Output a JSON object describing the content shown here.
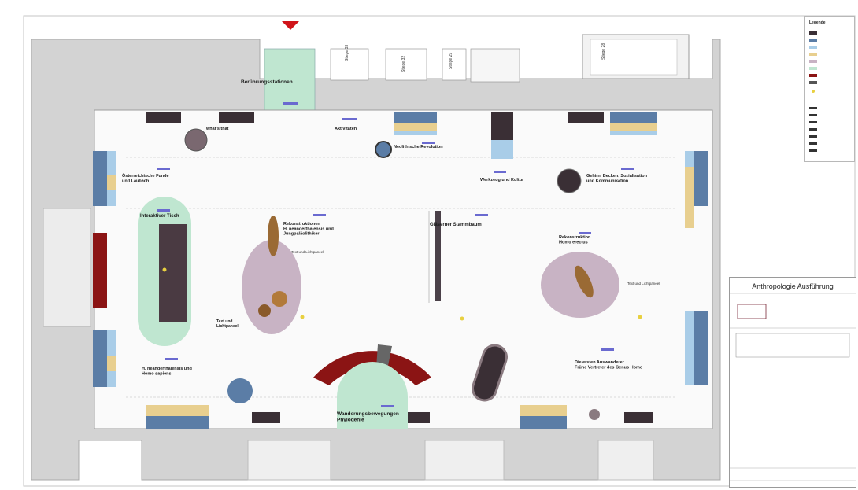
{
  "colors": {
    "wall": "#cfcfcf",
    "floor": "#fafafa",
    "green_zone": "#bfe6d0",
    "mauve_zone": "#c8b3c4",
    "dark_red": "#8b1414",
    "steel_blue": "#5b7da6",
    "light_blue": "#a9cde8",
    "tan": "#e8cf8f",
    "dark_grey": "#3a2f35",
    "arrow_red": "#d0141a"
  },
  "rooms": {
    "stair_1": "Stiege 33",
    "stair_2": "Stiege 32",
    "stair_3": "Stiege 29",
    "stair_4": "Stiege 28"
  },
  "labels": {
    "entrance": "Berührungsstationen",
    "whats_that": "what's that",
    "activities": "Aktivitäten",
    "neolithic": "Neolithische Revolution",
    "austrian_finds": "Österreichische Funde\nund Laubach",
    "tools": "Werkzeug und Kultur",
    "brain": "Gehirn, Becken, Sozialisation\nund Kommunikation",
    "interactive_table": "Interaktiver Tisch",
    "reconstructions": "Rekonstruktionen\nH. neanderthalensis und\nJungpaläolithiker",
    "family_tree": "Gläserner Stammbaum",
    "recon_erectus": "Rekonstruktion\nHomo erectus",
    "text_1": "Text und Lichtpaneel",
    "text_2": "Text und\nLichtpaneel",
    "text_3": "Text und Lichtpaneel",
    "neanderthal": "H. neanderthalensis und\nHomo sapiens",
    "emigrants": "Die ersten Auswanderer\nFrühe Vertreter des Genus Homo",
    "migration": "Wanderungsbewegungen\nPhylogenie",
    "title_block": "Anthropologie Ausführung",
    "legend_title": "Legende"
  }
}
